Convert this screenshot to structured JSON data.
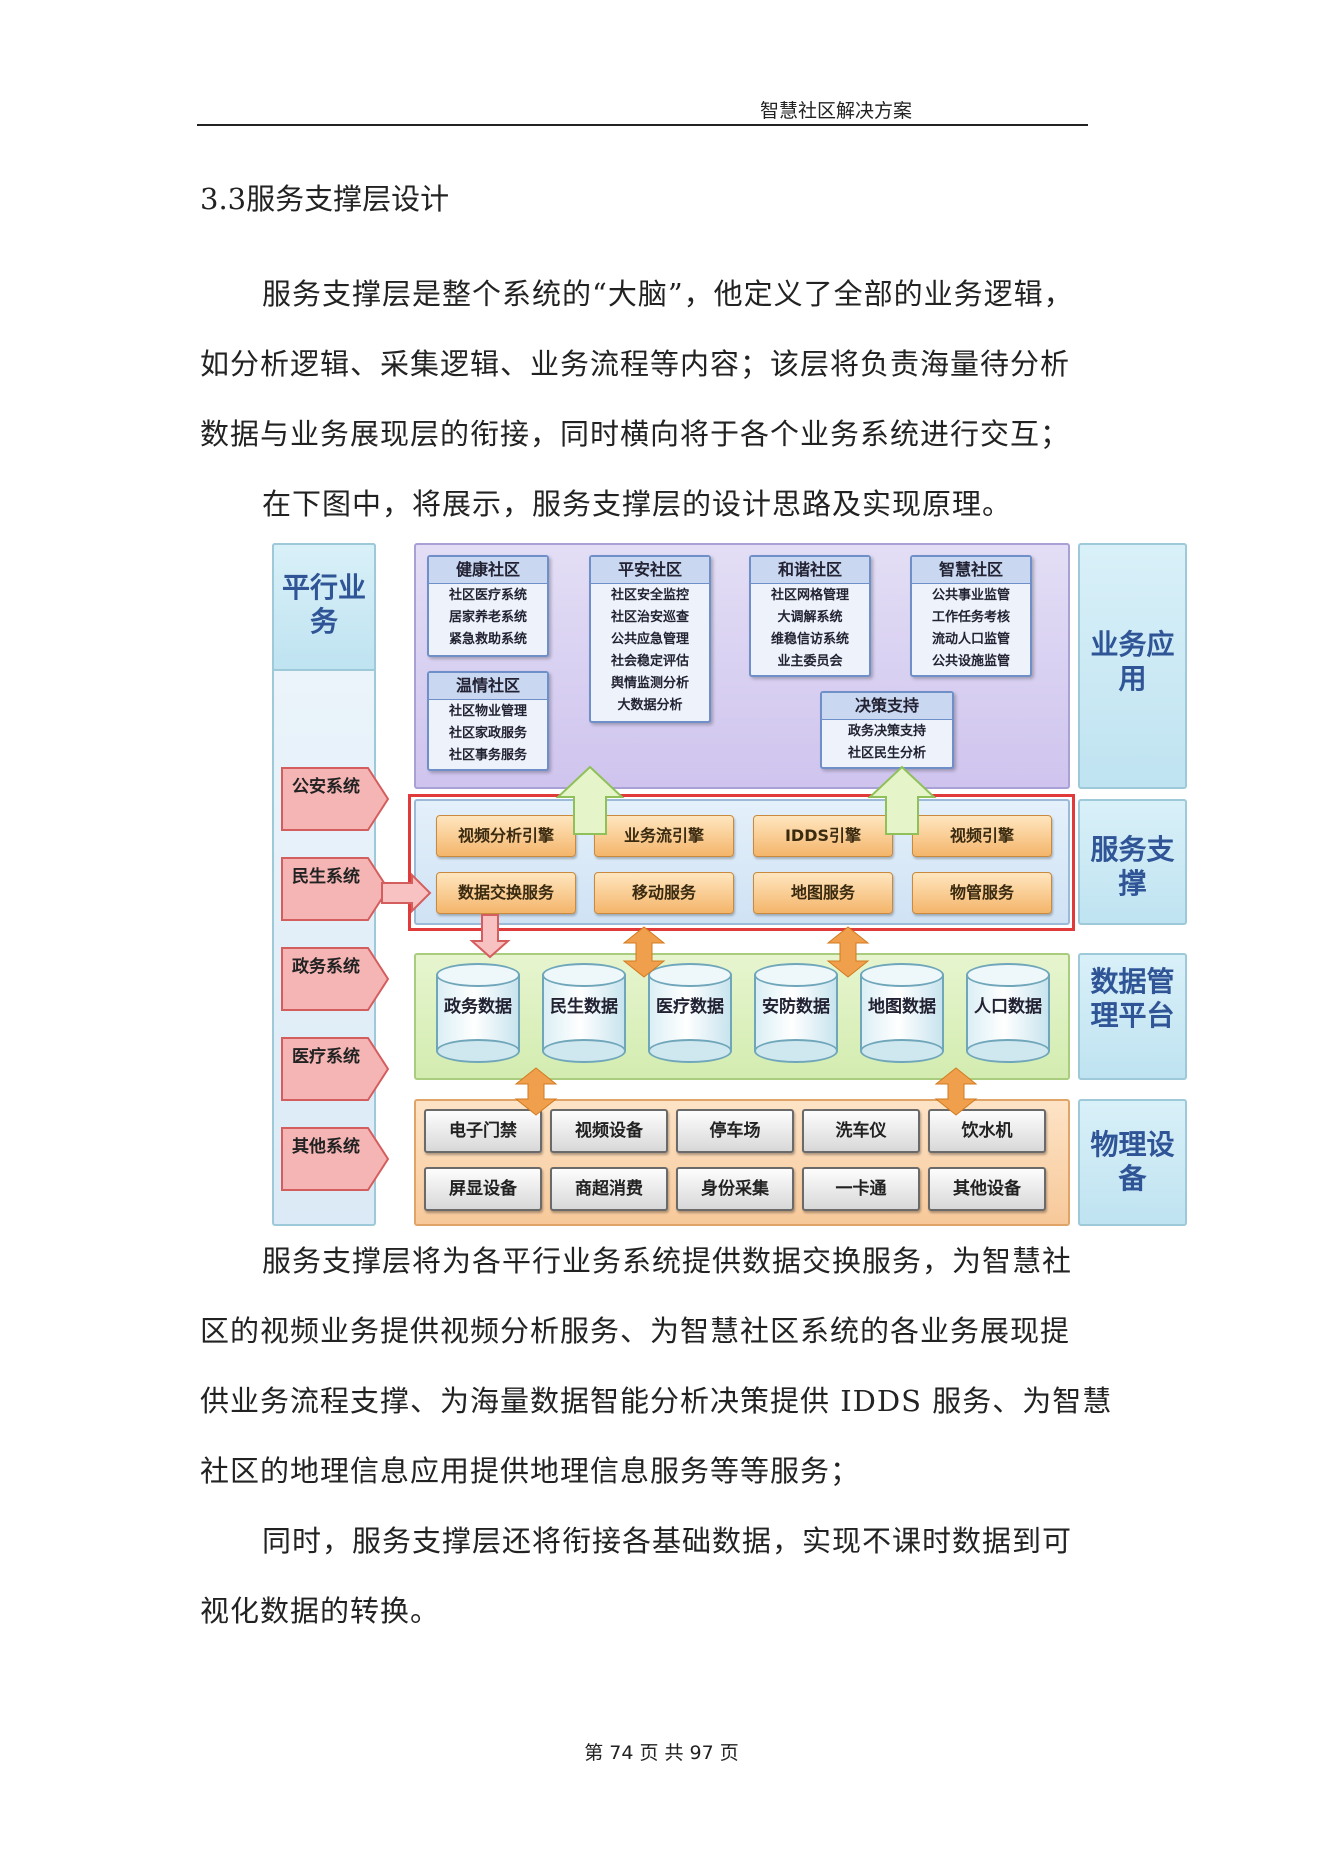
{
  "header": {
    "title": "智慧社区解决方案"
  },
  "section": {
    "title": "3.3服务支撑层设计"
  },
  "paragraphs_top": [
    "服务支撑层是整个系统的“大脑”，他定义了全部的业务逻辑，",
    "如分析逻辑、采集逻辑、业务流程等内容；该层将负责海量待分析",
    "数据与业务展现层的衔接，同时横向将于各个业务系统进行交互；",
    "在下图中，将展示，服务支撑层的设计思路及实现原理。"
  ],
  "diagram": {
    "left_title": "平行业务",
    "side_systems": [
      "公安系统",
      "民生系统",
      "政务系统",
      "医疗系统",
      "其他系统"
    ],
    "layers": {
      "app": "业务应用",
      "service": "服务支撑",
      "data": "数据管理平台",
      "device": "物理设备"
    },
    "app_cards": [
      {
        "title": "健康社区",
        "items": [
          "社区医疗系统",
          "居家养老系统",
          "紧急救助系统"
        ]
      },
      {
        "title": "平安社区",
        "items": [
          "社区安全监控",
          "社区治安巡查",
          "公共应急管理",
          "社会稳定评估",
          "舆情监测分析",
          "大数据分析"
        ]
      },
      {
        "title": "和谐社区",
        "items": [
          "社区网格管理",
          "大调解系统",
          "维稳信访系统",
          "业主委员会"
        ]
      },
      {
        "title": "智慧社区",
        "items": [
          "公共事业监管",
          "工作任务考核",
          "流动人口监管",
          "公共设施监管"
        ]
      },
      {
        "title": "温情社区",
        "items": [
          "社区物业管理",
          "社区家政服务",
          "社区事务服务"
        ]
      },
      {
        "title": "决策支持",
        "items": [
          "政务决策支持",
          "社区民生分析"
        ]
      }
    ],
    "services_row1": [
      "视频分析引擎",
      "业务流引擎",
      "IDDS引擎",
      "视频引擎"
    ],
    "services_row2": [
      "数据交换服务",
      "移动服务",
      "地图服务",
      "物管服务"
    ],
    "databases": [
      "政务数据",
      "民生数据",
      "医疗数据",
      "安防数据",
      "地图数据",
      "人口数据"
    ],
    "devices_row1": [
      "电子门禁",
      "视频设备",
      "停车场",
      "洗车仪",
      "饮水机"
    ],
    "devices_row2": [
      "屏显设备",
      "商超消费",
      "身份采集",
      "一卡通",
      "其他设备"
    ]
  },
  "paragraphs_bottom": [
    "服务支撑层将为各平行业务系统提供数据交换服务，为智慧社",
    "区的视频业务提供视频分析服务、为智慧社区系统的各业务展现提",
    "供业务流程支撑、为海量数据智能分析决策提供 IDDS 服务、为智慧",
    "社区的地理信息应用提供地理信息服务等等服务；",
    "同时，服务支撑层还将衔接各基础数据，实现不课时数据到可",
    "视化数据的转换。"
  ],
  "footer": {
    "text": "第 74 页  共 97 页"
  }
}
